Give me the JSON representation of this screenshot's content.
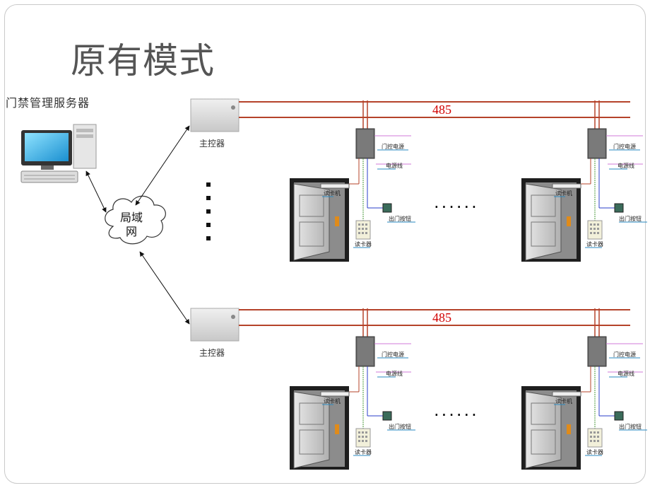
{
  "slide": {
    "title": "原有模式",
    "server_label": "门禁管理服务器",
    "lan_label_1": "局域",
    "lan_label_2": "网"
  },
  "controllers": [
    {
      "label": "主控器",
      "bus_label": "485"
    },
    {
      "label": "主控器",
      "bus_label": "485"
    }
  ],
  "door_unit_labels": {
    "power": "门控电源",
    "lock_line": "电源线",
    "door_lock": "读卡机",
    "exit_button": "出门按钮",
    "reader": "读卡器"
  },
  "ellipsis": "......",
  "colors": {
    "bus_line": "#b5432a",
    "bus_label": "#d10000",
    "purple_line": "#d07ad8",
    "blue_line": "#2a3cc8",
    "green_line": "#4a9a3a",
    "label_underline": "#2a8ac0"
  }
}
